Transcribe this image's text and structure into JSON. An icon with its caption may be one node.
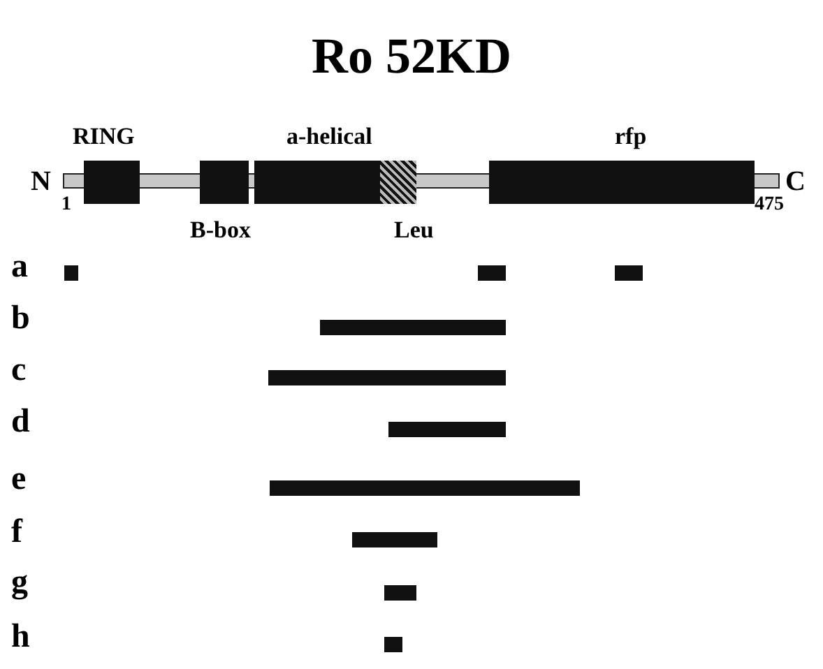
{
  "diagram": {
    "title": "Ro 52KD",
    "labels": [
      "RING",
      "a-helical",
      "rfp",
      "N",
      "C",
      "1",
      "475",
      "B-box",
      "Leu",
      "a",
      "b",
      "c",
      "d",
      "e",
      "f",
      "g",
      "h"
    ]
  }
}
